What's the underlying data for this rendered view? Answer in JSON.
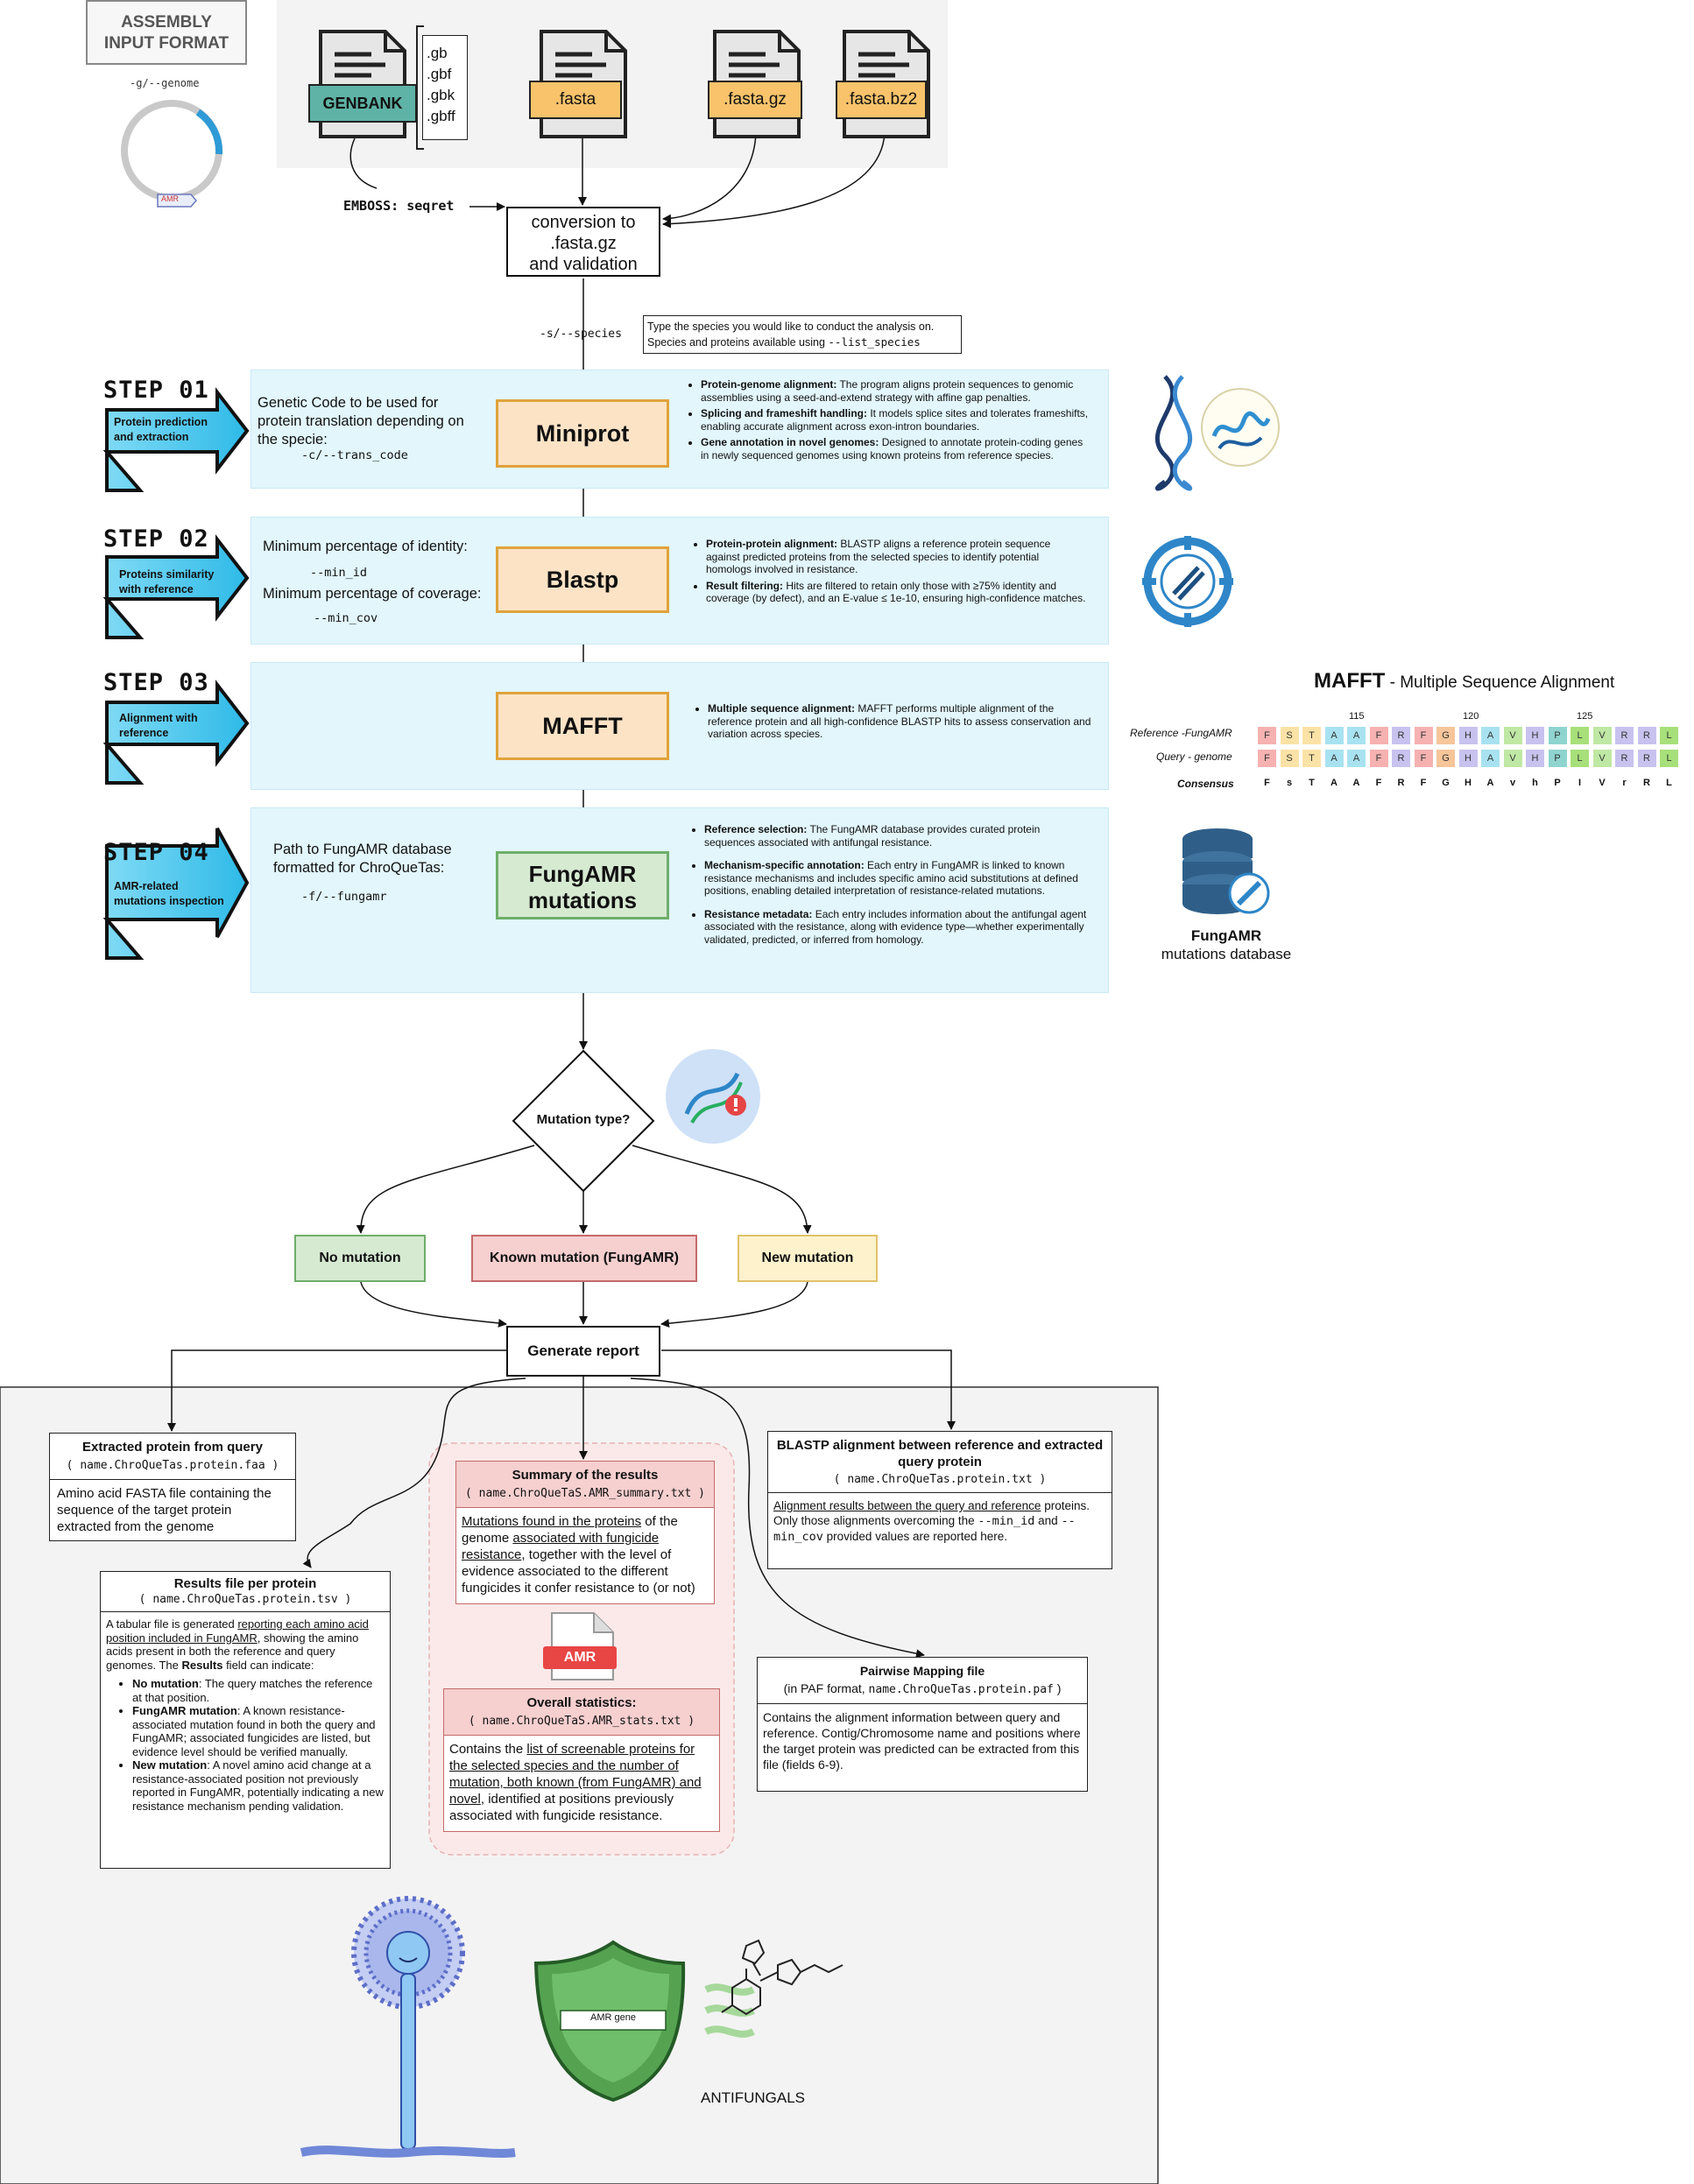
{
  "input_format": {
    "title_line1": "ASSEMBLY",
    "title_line2": "INPUT FORMAT",
    "flag": "-g/--genome",
    "plasmid_label": "AMR",
    "genbank_label": "GENBANK",
    "genbank_exts": [
      ".gb",
      ".gbf",
      ".gbk",
      ".gbff"
    ],
    "fasta_labels": [
      ".fasta",
      ".fasta.gz",
      ".fasta.bz2"
    ],
    "emboss": "EMBOSS: seqret"
  },
  "conversion": {
    "line1": "conversion to",
    "line2": ".fasta.gz",
    "line3": "and validation"
  },
  "species": {
    "flag": "-s/--species",
    "note_line1": "Type the species you would like to conduct the analysis on.",
    "note_line2": "Species and proteins available using",
    "note_flag": "--list_species"
  },
  "steps": [
    {
      "label": "STEP 01",
      "sub": "Protein prediction and extraction",
      "tool": "Miniprot",
      "param_text": "Genetic Code to be used for protein translation depending on the specie:",
      "flag": "-c/--trans_code",
      "bullets": [
        {
          "b": "Protein-genome alignment:",
          "t": " The program aligns protein sequences to genomic assemblies using a seed-and-extend strategy with affine gap penalties."
        },
        {
          "b": "Splicing and frameshift handling:",
          "t": " It models splice sites and tolerates frameshifts, enabling accurate alignment across exon-intron boundaries."
        },
        {
          "b": "Gene annotation in novel genomes:",
          "t": " Designed to annotate protein-coding genes in newly sequenced genomes using known proteins from reference species."
        }
      ]
    },
    {
      "label": "STEP 02",
      "sub": "Proteins similarity with reference",
      "tool": "Blastp",
      "param_text": "Minimum percentage of identity:",
      "flag": "--min_id",
      "param_text2": "Minimum percentage of coverage:",
      "flag2": "--min_cov",
      "bullets": [
        {
          "b": "Protein-protein alignment:",
          "t": " BLASTP aligns a reference protein sequence against predicted proteins from the selected species to identify potential homologs involved in resistance."
        },
        {
          "b": "Result filtering:",
          "t": " Hits are filtered to retain only those with ≥75% identity and coverage (by defect), and an E-value ≤ 1e-10, ensuring high-confidence matches."
        }
      ]
    },
    {
      "label": "STEP 03",
      "sub": "Alignment with reference",
      "tool": "MAFFT",
      "bullets": [
        {
          "b": "Multiple sequence alignment:",
          "t": " MAFFT performs multiple alignment of the reference protein and all high-confidence BLASTP hits to assess conservation and variation across species."
        }
      ]
    },
    {
      "label": "STEP 04",
      "sub": "AMR-related mutations inspection",
      "tool_line1": "FungAMR",
      "tool_line2": "mutations",
      "param_text": "Path to FungAMR database formatted for ChroQueTas:",
      "flag": "-f/--fungamr",
      "bullets": [
        {
          "b": "Reference selection:",
          "t": " The FungAMR database provides curated protein sequences associated with antifungal resistance."
        },
        {
          "b": "Mechanism-specific annotation:",
          "t": " Each entry in FungAMR is linked to known resistance mechanisms and includes specific amino acid substitutions at defined positions, enabling detailed interpretation of resistance-related mutations."
        },
        {
          "b": "Resistance metadata:",
          "t": " Each entry includes information about the antifungal agent associated with the resistance, along with evidence type—whether experimentally validated, predicted, or inferred from homology."
        }
      ]
    }
  ],
  "mafft_panel": {
    "title": "MAFFT",
    "subtitle": " - Multiple Sequence Alignment",
    "ref_label": "Reference -FungAMR",
    "query_label": "Query - genome",
    "consensus_label": "Consensus",
    "tick_labels": [
      "115",
      "120",
      "125"
    ],
    "ref_seq": [
      "F",
      "S",
      "T",
      "A",
      "A",
      "F",
      "R",
      "F",
      "G",
      "H",
      "A",
      "V",
      "H",
      "P",
      "L",
      "V",
      "R",
      "R",
      "L"
    ],
    "query_seq": [
      "F",
      "S",
      "T",
      "A",
      "A",
      "F",
      "R",
      "F",
      "G",
      "H",
      "A",
      "V",
      "H",
      "P",
      "L",
      "V",
      "R",
      "R",
      "L"
    ],
    "consensus": [
      "F",
      "s",
      "T",
      "A",
      "A",
      "F",
      "R",
      "F",
      "G",
      "H",
      "A",
      "v",
      "h",
      "P",
      "I",
      "V",
      "r",
      "R",
      "L"
    ],
    "aa_colors": {
      "F": "#f6b1b1",
      "S": "#fbe2a6",
      "T": "#fbe2a6",
      "A": "#a8e2f0",
      "R": "#c8c2ef",
      "G": "#f6c59a",
      "H": "#c8c2ef",
      "V": "#bfe8a4",
      "P": "#8fd4cf",
      "L": "#a7e07a"
    }
  },
  "fungamr_db": {
    "line1": "FungAMR",
    "line2": "mutations database"
  },
  "decision": {
    "label": "Mutation type?",
    "no_mutation": "No mutation",
    "known_mutation": "Known mutation (FungAMR)",
    "new_mutation": "New mutation"
  },
  "report": {
    "label": "Generate report"
  },
  "outputs": {
    "extracted": {
      "title": "Extracted protein from query",
      "file": "name.ChroQueTas.protein.faa",
      "desc": "Amino acid FASTA file containing the sequence of the target protein extracted from the genome"
    },
    "results": {
      "title": "Results file per protein",
      "file": "name.ChroQueTas.protein.tsv",
      "p_a": "A tabular file is generated ",
      "p_u": "reporting each amino acid position included in FungAMR",
      "p_b": ", showing the amino acids present in both the reference and query genomes. The ",
      "p_bold": "Results",
      "p_c": " field can indicate:",
      "items": [
        {
          "b": "No mutation",
          "t": ": The query matches the reference at that position."
        },
        {
          "b": "FungAMR mutation",
          "t": ": A known resistance-associated mutation found in both the query and FungAMR; associated fungicides are listed, but evidence level should be verified manually."
        },
        {
          "b": "New mutation",
          "t": ": A novel amino acid change at a resistance-associated position not previously reported in FungAMR, potentially indicating a new resistance mechanism pending validation."
        }
      ]
    },
    "summary": {
      "title": "Summary of the results",
      "file": "name.ChroQueTaS.AMR_summary.txt",
      "u1": "Mutations found in the proteins",
      "t1": " of the genome ",
      "u2": "associated with fungicide resistance",
      "t2": ", together with the level of evidence associated to the different fungicides it confer resistance to (or not)"
    },
    "amr_file_label": "AMR",
    "stats": {
      "title": "Overall statistics:",
      "file": "name.ChroQueTaS.AMR_stats.txt",
      "t1": "Contains the ",
      "u1": "list of screenable proteins for the selected species and the number of mutation, both known (from FungAMR) and novel",
      "t2": ", identified at positions previously associated with fungicide resistance."
    },
    "blastp": {
      "title": "BLASTP alignment between reference and extracted query protein",
      "file": "name.ChroQueTas.protein.txt",
      "u1": "Alignment results between the query and reference",
      "t1": " proteins. Only those alignments overcoming the ",
      "f1": "--min_id",
      "t2": " and ",
      "f2": "--min_cov",
      "t3": " provided values are reported here."
    },
    "paf": {
      "title": "Pairwise Mapping file",
      "file_prefix": "(in PAF format, ",
      "file": "name.ChroQueTas.protein.paf",
      "file_suffix": " )",
      "desc": "Contains the alignment information between query and reference. Contig/Chromosome name and positions where the target protein was predicted can be extracted from this file (fields 6-9)."
    }
  },
  "bottom": {
    "shield_label": "AMR gene",
    "antifungals": "ANTIFUNGALS"
  },
  "colors": {
    "band": "#e2f6fc",
    "tool_fill": "#fde3c6",
    "tool_border": "#e0a33b",
    "fungamr_fill": "#d6ead2",
    "fungamr_border": "#6fae6a",
    "red_fill": "#f6cfcf",
    "yellow_fill": "#fdf2cc",
    "arrow_blue": "#3cc6ee"
  }
}
